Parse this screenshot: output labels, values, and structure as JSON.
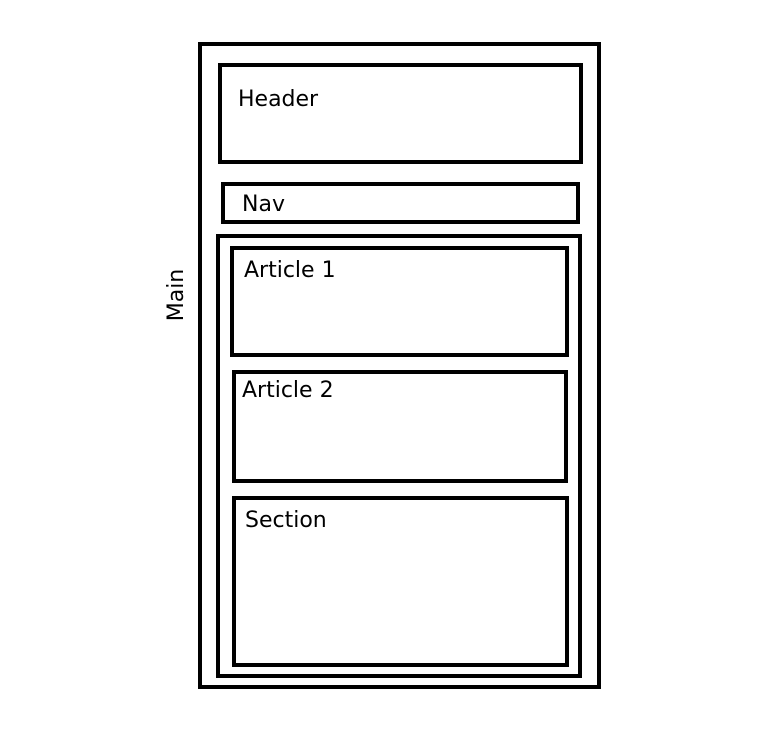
{
  "diagram": {
    "main_label": "Main",
    "boxes": {
      "header": "Header",
      "nav": "Nav",
      "article1": "Article 1",
      "article2": "Article 2",
      "section": "Section"
    }
  }
}
